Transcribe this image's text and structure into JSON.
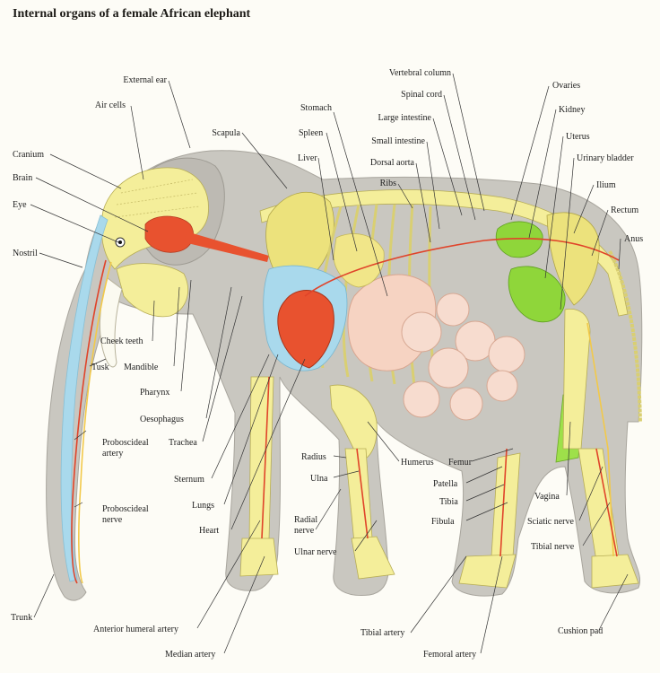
{
  "title": "Internal organs of a female African elephant",
  "colors": {
    "body": "#c9c7c0",
    "bone": "#f4ee9a",
    "heart": "#e8522f",
    "lung": "#a9d9ec",
    "intestine": "#f6d3c2",
    "kidney": "#8fd63a",
    "artery": "#e0442a"
  },
  "labels": [
    {
      "id": "external-ear",
      "text": "External ear"
    },
    {
      "id": "air-cells",
      "text": "Air cells"
    },
    {
      "id": "cranium",
      "text": "Cranium"
    },
    {
      "id": "brain",
      "text": "Brain"
    },
    {
      "id": "eye",
      "text": "Eye"
    },
    {
      "id": "nostril",
      "text": "Nostril"
    },
    {
      "id": "scapula",
      "text": "Scapula"
    },
    {
      "id": "stomach",
      "text": "Stomach"
    },
    {
      "id": "spleen",
      "text": "Spleen"
    },
    {
      "id": "liver",
      "text": "Liver"
    },
    {
      "id": "vertebral-column",
      "text": "Vertebral column"
    },
    {
      "id": "spinal-cord",
      "text": "Spinal cord"
    },
    {
      "id": "large-intestine",
      "text": "Large intestine"
    },
    {
      "id": "small-intestine",
      "text": "Small intestine"
    },
    {
      "id": "dorsal-aorta",
      "text": "Dorsal aorta"
    },
    {
      "id": "ribs",
      "text": "Ribs"
    },
    {
      "id": "ovaries",
      "text": "Ovaries"
    },
    {
      "id": "kidney",
      "text": "Kidney"
    },
    {
      "id": "uterus",
      "text": "Uterus"
    },
    {
      "id": "urinary-bladder",
      "text": "Urinary bladder"
    },
    {
      "id": "ilium",
      "text": "Ilium"
    },
    {
      "id": "rectum",
      "text": "Rectum"
    },
    {
      "id": "anus",
      "text": "Anus"
    },
    {
      "id": "cheek-teeth",
      "text": "Cheek teeth"
    },
    {
      "id": "tusk",
      "text": "Tusk"
    },
    {
      "id": "mandible",
      "text": "Mandible"
    },
    {
      "id": "pharynx",
      "text": "Pharynx"
    },
    {
      "id": "oesophagus",
      "text": "Oesophagus"
    },
    {
      "id": "trachea",
      "text": "Trachea"
    },
    {
      "id": "sternum",
      "text": "Sternum"
    },
    {
      "id": "lungs",
      "text": "Lungs"
    },
    {
      "id": "heart",
      "text": "Heart"
    },
    {
      "id": "radius",
      "text": "Radius"
    },
    {
      "id": "ulna",
      "text": "Ulna"
    },
    {
      "id": "humerus",
      "text": "Humerus"
    },
    {
      "id": "femur",
      "text": "Femur"
    },
    {
      "id": "patella",
      "text": "Patella"
    },
    {
      "id": "tibia",
      "text": "Tibia"
    },
    {
      "id": "fibula",
      "text": "Fibula"
    },
    {
      "id": "vagina",
      "text": "Vagina"
    },
    {
      "id": "sciatic-nerve",
      "text": "Sciatic nerve"
    },
    {
      "id": "tibial-nerve",
      "text": "Tibial nerve"
    },
    {
      "id": "proboscideal-artery-1",
      "text": "Proboscideal"
    },
    {
      "id": "proboscideal-artery-2",
      "text": "artery"
    },
    {
      "id": "proboscideal-nerve-1",
      "text": "Proboscideal"
    },
    {
      "id": "proboscideal-nerve-2",
      "text": "nerve"
    },
    {
      "id": "radial-nerve-1",
      "text": "Radial"
    },
    {
      "id": "radial-nerve-2",
      "text": "nerve"
    },
    {
      "id": "ulnar-nerve",
      "text": "Ulnar nerve"
    },
    {
      "id": "trunk",
      "text": "Trunk"
    },
    {
      "id": "anterior-humeral-artery",
      "text": "Anterior humeral artery"
    },
    {
      "id": "median-artery",
      "text": "Median artery"
    },
    {
      "id": "tibial-artery",
      "text": "Tibial artery"
    },
    {
      "id": "femoral-artery",
      "text": "Femoral artery"
    },
    {
      "id": "cushion-pad",
      "text": "Cushion pad"
    }
  ]
}
